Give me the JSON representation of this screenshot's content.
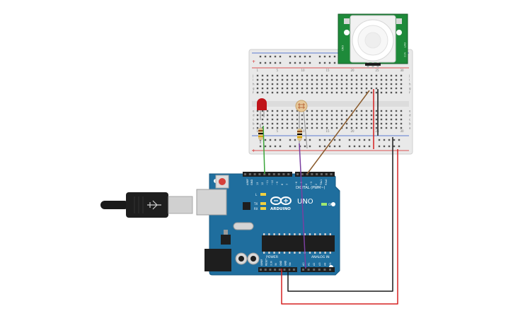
{
  "board": {
    "digital_header": "DIGITAL (PWM~)",
    "analog_header": "ANALOG IN",
    "power_header": "POWER",
    "brand": "ARDUINO",
    "model": "UNO",
    "on_label": "ON",
    "tx_label": "TX",
    "rx_label": "RX",
    "l_label": "L",
    "aref_label": "AREF",
    "gnd_label": "GND",
    "digital_pins": [
      "13",
      "12",
      "~11",
      "~10",
      "~9",
      "8",
      "7",
      "~6",
      "~5",
      "4",
      "~3",
      "2",
      "TX▸1",
      "RX◂0"
    ],
    "analog_pins": [
      "A0",
      "A1",
      "A2",
      "A3",
      "A4",
      "A5"
    ],
    "power_pins": [
      "IOREF",
      "RESET",
      "3.3V",
      "5V",
      "GND",
      "GND",
      "Vin"
    ]
  },
  "breadboard": {
    "column_numbers": [
      "1",
      "5",
      "10",
      "15",
      "20",
      "25",
      "30"
    ],
    "row_letters_top": [
      "j",
      "i",
      "h",
      "g",
      "f"
    ],
    "row_letters_bottom": [
      "e",
      "d",
      "c",
      "b",
      "a"
    ],
    "rail_plus": "+",
    "rail_minus": "−"
  },
  "pir": {
    "pin_labels": [
      "GND",
      "OUT",
      "VCC"
    ]
  },
  "colors": {
    "board": "#1f6e9e",
    "board_dark": "#16547a",
    "breadboard": "#e9e9e9",
    "pir_pcb": "#1e8a3a",
    "wire_red": "#d62020",
    "wire_black": "#1a1a1a",
    "wire_green": "#3aa63a",
    "wire_brown": "#8a5a2b",
    "wire_purple": "#7a3fa0",
    "led": "#c0141a"
  }
}
